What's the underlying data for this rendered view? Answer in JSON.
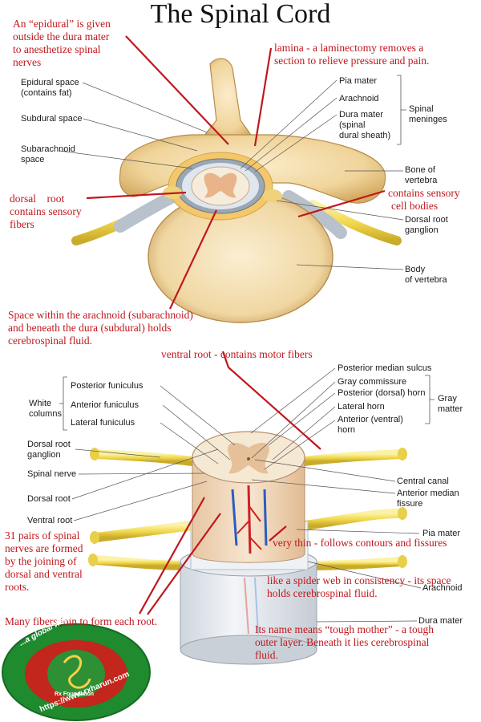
{
  "title": "The Spinal Cord",
  "top_labels": {
    "epidural_space": [
      "Epidural space",
      "(contains fat)"
    ],
    "subdural_space": "Subdural space",
    "subarachnoid_space": [
      "Subarachnoid",
      "space"
    ],
    "pia_mater": "Pia mater",
    "arachnoid": "Arachnoid",
    "dura_mater": [
      "Dura mater",
      "(spinal",
      "dural sheath)"
    ],
    "spinal_meninges": [
      "Spinal",
      "meninges"
    ],
    "bone_of_vertebra": [
      "Bone of",
      "vertebra"
    ],
    "dorsal_root_ganglion": [
      "Dorsal root",
      "ganglion"
    ],
    "body_of_vertebra": [
      "Body",
      "of vertebra"
    ]
  },
  "bottom_labels": {
    "white_columns": [
      "White",
      "columns"
    ],
    "posterior_funiculus": "Posterior funiculus",
    "anterior_funiculus": "Anterior funiculus",
    "lateral_funiculus": "Lateral funiculus",
    "dorsal_root_ganglion": [
      "Dorsal root",
      "ganglion"
    ],
    "spinal_nerve": "Spinal nerve",
    "dorsal_root": "Dorsal root",
    "ventral_root": "Ventral root",
    "posterior_median_sulcus": "Posterior median sulcus",
    "gray_commissure": "Gray commissure",
    "posterior_dorsal_horn": "Posterior (dorsal) horn",
    "lateral_horn": "Lateral horn",
    "anterior_ventral_horn": [
      "Anterior (ventral)",
      "horn"
    ],
    "gray_matter": [
      "Gray",
      "matter"
    ],
    "central_canal": "Central canal",
    "anterior_median_fissure": [
      "Anterior median",
      "fissure"
    ],
    "pia_mater": "Pia mater",
    "arachnoid": "Arachnoid",
    "dura_mater": "Dura mater"
  },
  "annotations": {
    "epidural": [
      "An “epidural” is given",
      "outside the dura mater",
      "to anesthetize spinal",
      "nerves"
    ],
    "lamina": [
      "lamina - a laminectomy removes a",
      "section to relieve pressure and pain."
    ],
    "dorsal_root": [
      "dorsal    root",
      "contains sensory",
      "fibers"
    ],
    "sensory_cell_bodies": [
      "contains sensory",
      "cell bodies"
    ],
    "space_csf": [
      "Space within the arachnoid (subarachnoid)",
      "and beneath the dura (subdural) holds",
      "cerebrospinal fluid."
    ],
    "ventral_root": "ventral root - contains motor fibers",
    "pia_thin": "very thin - follows contours and fissures",
    "pairs": [
      "31 pairs of spinal",
      "nerves are formed",
      "by the joining of",
      "dorsal and ventral",
      "roots."
    ],
    "arachnoid_web": [
      "like a spider web in consistency - its space",
      "holds cerebrospinal fluid."
    ],
    "many_fibers": "Many fibers join to form each root.",
    "dura_tough": [
      "Its name means “tough mother” - a tough",
      "outer layer.  Beneath it lies cerebrospinal",
      "fluid."
    ]
  },
  "logo": {
    "arc_top": "...a global war against illness!",
    "arc_bottom": "https://www.rxharun.com",
    "center": "Rx Foundation"
  },
  "colors": {
    "bone": "#f2d9a0",
    "bone_dark": "#c9a15e",
    "nerve": "#f5e36a",
    "cord_white": "#f5ead8",
    "gray_matter": "#e8b68a",
    "annotation_red": "#c0171d",
    "logo_green": "#1f8a2e",
    "logo_red": "#c2261c"
  }
}
